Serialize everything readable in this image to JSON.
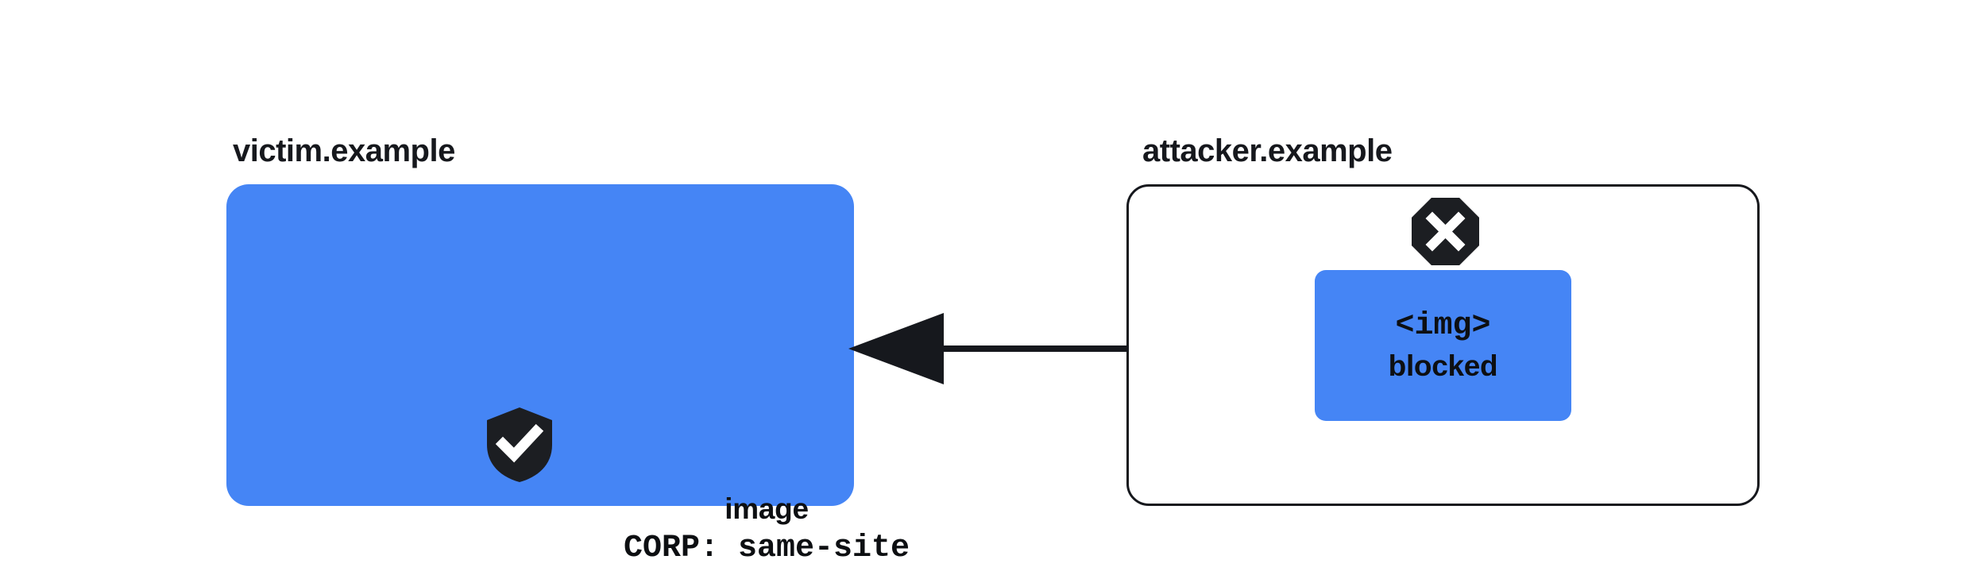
{
  "diagram": {
    "title_victim": "victim.example",
    "title_attacker": "attacker.example",
    "victim_resource": {
      "icon": "shield-check-icon",
      "line1": "image",
      "line2": "CORP: same-site"
    },
    "attacker_frame": {
      "icon": "octagon-x-blocked-icon",
      "request": {
        "line1": "<img>",
        "line2": "blocked"
      }
    },
    "arrow": {
      "name": "blocked-request-arrow",
      "direction": "right-to-left",
      "from": "attacker.example <img>",
      "to": "victim.example image"
    },
    "colors": {
      "resource_blue": "#4585f5",
      "ink": "#16181d",
      "background": "#ffffff"
    }
  }
}
